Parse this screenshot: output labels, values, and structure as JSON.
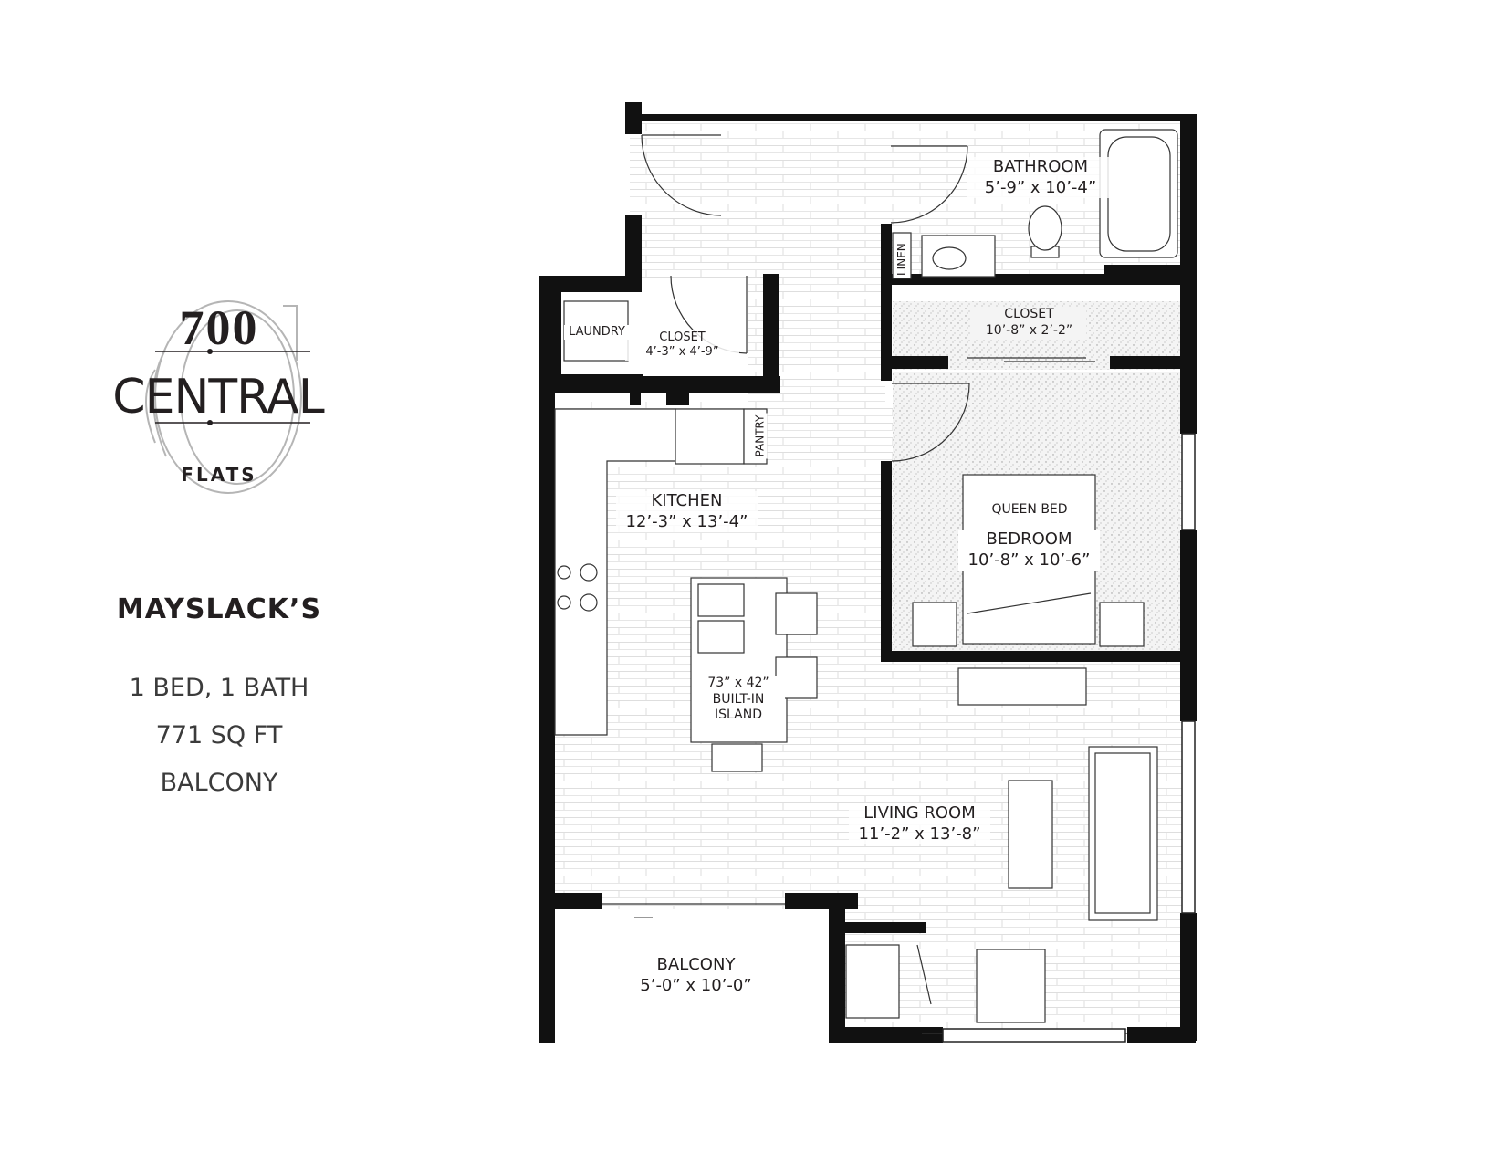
{
  "brand": {
    "number": "700",
    "name": "CENTRAL",
    "sub": "FLATS"
  },
  "plan": {
    "name": "MAYSLACK’S",
    "specs": [
      "1 BED, 1 BATH",
      "771 SQ FT",
      "BALCONY"
    ]
  },
  "rooms": {
    "bathroom": {
      "name": "BATHROOM",
      "dims": "5’-9” x 10’-4”"
    },
    "linen": {
      "name": "LINEN"
    },
    "laundry": {
      "name": "LAUNDRY"
    },
    "closet_laundry": {
      "name": "CLOSET",
      "dims": "4’-3” x 4’-9”"
    },
    "closet_bedroom": {
      "name": "CLOSET",
      "dims": "10’-8” x 2’-2”"
    },
    "pantry": {
      "name": "PANTRY"
    },
    "kitchen": {
      "name": "KITCHEN",
      "dims": "12’-3” x 13’-4”"
    },
    "bed": {
      "name": "QUEEN BED"
    },
    "bedroom": {
      "name": "BEDROOM",
      "dims": "10’-8” x 10’-6”"
    },
    "island": {
      "line1": "73” x 42”",
      "line2": "BUILT-IN",
      "line3": "ISLAND"
    },
    "living": {
      "name": "LIVING ROOM",
      "dims": "11’-2” x 13’-8”"
    },
    "balcony": {
      "name": "BALCONY",
      "dims": "5’-0” x 10’-0”"
    }
  }
}
